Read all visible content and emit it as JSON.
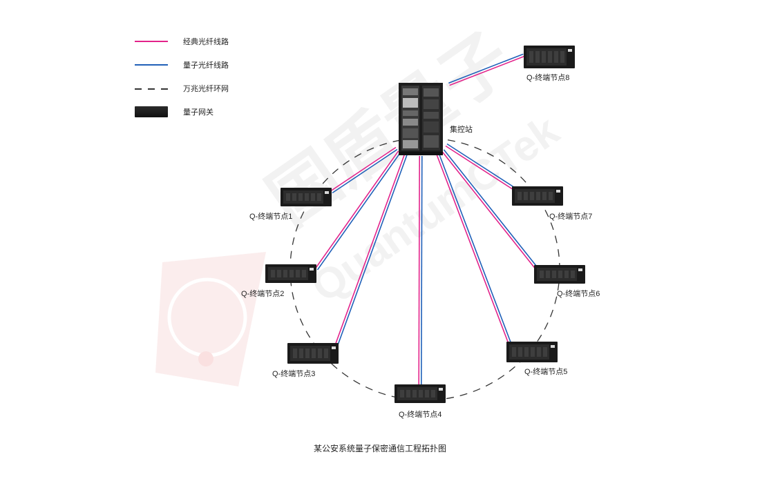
{
  "legend": [
    {
      "key": "classic",
      "label": "经典光纤线路"
    },
    {
      "key": "quantum",
      "label": "量子光纤线路"
    },
    {
      "key": "ring",
      "label": "万兆光纤环网"
    },
    {
      "key": "gateway",
      "label": "量子网关"
    }
  ],
  "hub": {
    "label": "集控站"
  },
  "nodes": [
    {
      "id": "n1",
      "label": "Q-终端节点1"
    },
    {
      "id": "n2",
      "label": "Q-终端节点2"
    },
    {
      "id": "n3",
      "label": "Q-终端节点3"
    },
    {
      "id": "n4",
      "label": "Q-终端节点4"
    },
    {
      "id": "n5",
      "label": "Q-终端节点5"
    },
    {
      "id": "n6",
      "label": "Q-终端节点6"
    },
    {
      "id": "n7",
      "label": "Q-终端节点7"
    },
    {
      "id": "n8",
      "label": "Q-终端节点8"
    }
  ],
  "watermark": {
    "brand_cn": "国盾量子",
    "brand_en": "QuantumCTek"
  },
  "caption": "某公安系统量子保密通信工程拓扑图",
  "colors": {
    "classic": "#e2228a",
    "quantum": "#1f5fb8",
    "ring": "#333333",
    "device": "#1a1a1a"
  }
}
